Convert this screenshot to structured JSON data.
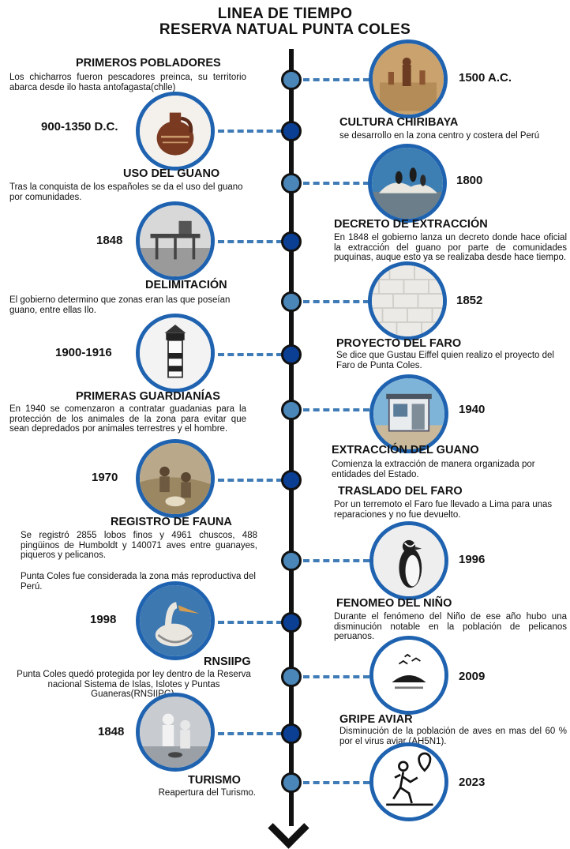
{
  "title": {
    "line1": "LINEA DE TIEMPO",
    "line2": "RESERVA NATUAL PUNTA COLES"
  },
  "colors": {
    "node_light": "#4a86b8",
    "node_dark": "#0b3f94",
    "dash": "#3f7bb6",
    "photo_border": "#1f63b0"
  },
  "events": [
    {
      "year": "1500 A.C.",
      "title": "PRIMEROS POBLADORES",
      "description": "Los chicharros fueron pescadores preinca, su territorio abarca desde ilo hasta antofagasta(chlle)",
      "image": "cave-painting-photo"
    },
    {
      "year": "900-1350 D.C.",
      "title": "CULTURA CHIRIBAYA",
      "description": "se desarrollo en la zona centro y costera del Perú",
      "image": "ceramic-vessel-photo"
    },
    {
      "year": "1800",
      "title": "USO DEL GUANO",
      "description": "Tras la conquista de los españoles se da el uso del guano por comunidades.",
      "image": "seabirds-photo"
    },
    {
      "year": "1848",
      "title": "DECRETO DE EXTRACCIÓN",
      "description": "En 1848 el gobierno lanza un decreto donde hace oficial la extracción del guano por parte de comunidades puquinas, auque esto ya se realizaba desde hace tiempo.",
      "image": "historic-pier-photo"
    },
    {
      "year": "1852",
      "title": "DELIMITACIÓN",
      "description": "El gobierno determino que zonas eran las que poseían guano, entre ellas Ilo.",
      "image": "stone-wall-photo"
    },
    {
      "year": "1900-1916",
      "title": "PROYECTO DEL FARO",
      "description": "Se dice que Gustau Eiffel quien realizo el proyecto del Faro de Punta Coles.",
      "image": "lighthouse-photo"
    },
    {
      "year": "1940",
      "title": "PRIMERAS GUARDIANÍAS",
      "description": "En 1940 se comenzaron a contratar guadanias para la protección de los animales de la zona para evitar que sean depredados por animales terrestres y el hombre.",
      "image": "guard-booth-photo"
    },
    {
      "year": "1970",
      "title": "EXTRACCIÓN DEL GUANO",
      "description": "Comienza la extracción de manera organizada por entidades del Estado.",
      "image": "guano-workers-photo"
    },
    {
      "year": "",
      "title": "TRASLADO DEL FARO",
      "description": "Por un terremoto el Faro fue llevado a Lima para unas reparaciones y no fue devuelto.",
      "image": ""
    },
    {
      "year": "1996",
      "title": "REGISTRO DE FAUNA",
      "description": "Se registró 2855 lobos finos y 4961 chuscos, 488 pingüinos de Humboldt y 140071 aves entre guanayes, piqueros y pelicanos.",
      "description2": "Punta Coles fue considerada la zona más reproductiva del Perú.",
      "image": "penguin-photo"
    },
    {
      "year": "1998",
      "title": "FENOMEO DEL NIÑO",
      "description": "Durante el fenómeno del Niño de ese año hubo una disminución notable en la población de pelicanos peruanos.",
      "image": "pelican-photo"
    },
    {
      "year": "2009",
      "title": "RNSIIPG",
      "description": "Punta Coles quedó protegida por ley dentro de la Reserva nacional Sistema de Islas, Islotes y Puntas Guaneras(RNSIIPG).",
      "image": "reserve-logo"
    },
    {
      "year": "1848",
      "title": "GRIPE AVIAR",
      "description": "Disminución de la población de aves en mas del 60 % por el virus aviar  (AH5N1).",
      "image": "hazmat-workers-photo"
    },
    {
      "year": "2023",
      "title": "TURISMO",
      "description": "Reapertura del Turismo.",
      "image": "hiker-icon"
    }
  ]
}
